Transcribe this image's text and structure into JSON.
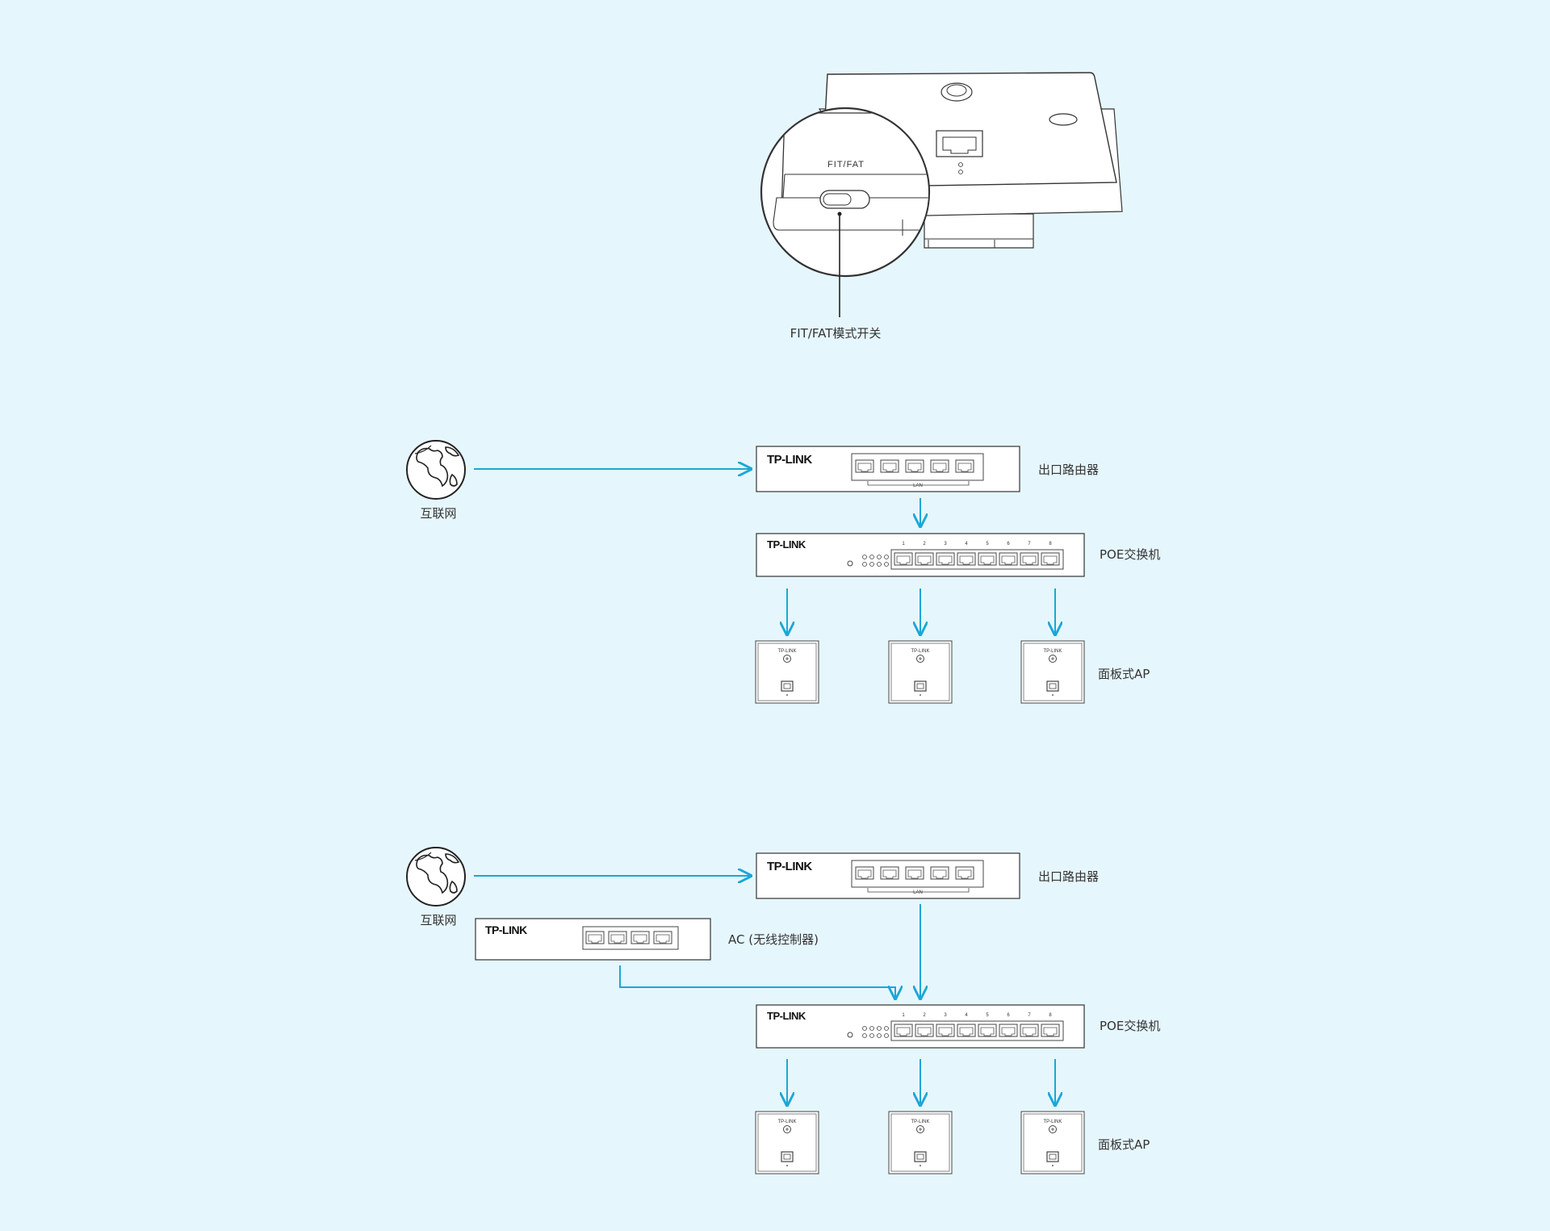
{
  "colors": {
    "background": "#e6f6fd",
    "flow_arrow": "#1aa7d6",
    "outline": "#333333"
  },
  "detail": {
    "switch_engraving": "FIT/FAT",
    "callout_label": "FIT/FAT模式开关"
  },
  "brand": "TP-LINK",
  "router_port_label": "LAN",
  "switch_port_numbers": [
    "1",
    "2",
    "3",
    "4",
    "5",
    "6",
    "7",
    "8"
  ],
  "diagram1": {
    "internet_label": "互联网",
    "router_label": "出口路由器",
    "switch_label": "POE交换机",
    "ap_label": "面板式AP"
  },
  "diagram2": {
    "internet_label": "互联网",
    "router_label": "出口路由器",
    "ac_label": "AC (无线控制器)",
    "switch_label": "POE交换机",
    "ap_label": "面板式AP"
  },
  "icons": [
    "globe-icon",
    "arrow-icon"
  ]
}
